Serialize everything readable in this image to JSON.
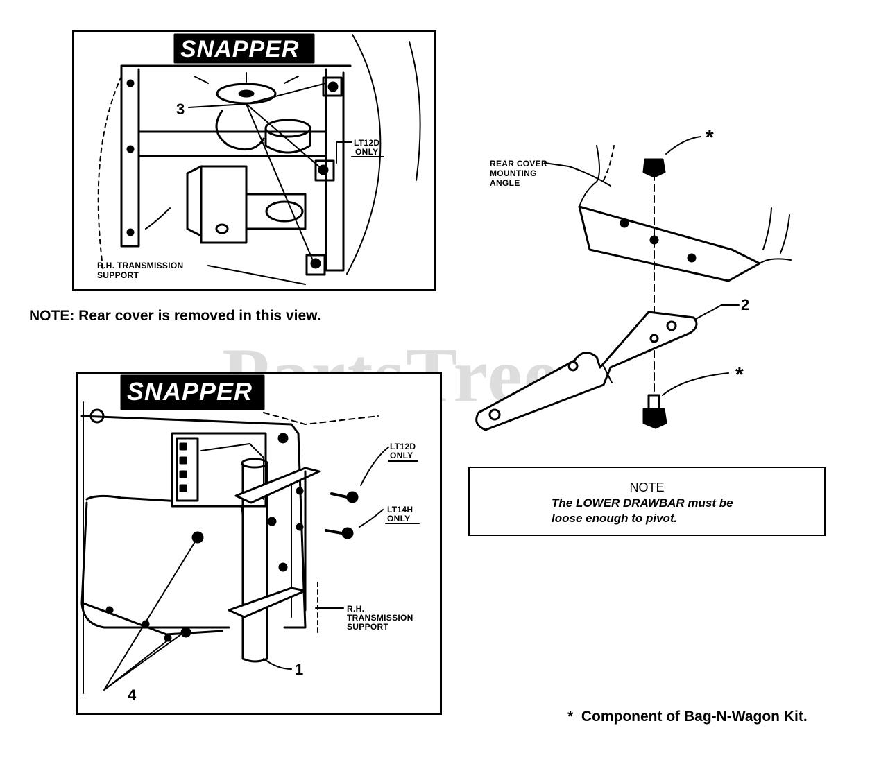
{
  "top_view": {
    "brand": "SNAPPER",
    "callout_3": "3",
    "label_lt12d_line1": "LT12D",
    "label_lt12d_line2": "ONLY",
    "label_rh_line1": "R.H. TRANSMISSION",
    "label_rh_line2": "SUPPORT"
  },
  "note_removed": "NOTE: Rear cover is removed in this view.",
  "bottom_view": {
    "brand": "SNAPPER",
    "label_lt12d_line1": "LT12D",
    "label_lt12d_line2": "ONLY",
    "label_lt14h_line1": "LT14H",
    "label_lt14h_line2": "ONLY",
    "label_rh_line1": "R.H.",
    "label_rh_line2": "TRANSMISSION",
    "label_rh_line3": "SUPPORT",
    "callout_1": "1",
    "callout_4": "4"
  },
  "right_view": {
    "label_rear_cover_line1": "REAR COVER",
    "label_rear_cover_line2": "MOUNTING",
    "label_rear_cover_line3": "ANGLE",
    "callout_2": "2",
    "asterisk_top": "*",
    "asterisk_bottom": "*"
  },
  "note_box": {
    "title": "NOTE",
    "body": "The LOWER DRAWBAR must be\nloose enough to pivot."
  },
  "footnote": "*  Component of Bag-N-Wagon Kit.",
  "watermark": "PartsTree",
  "watermark_tm": "™"
}
